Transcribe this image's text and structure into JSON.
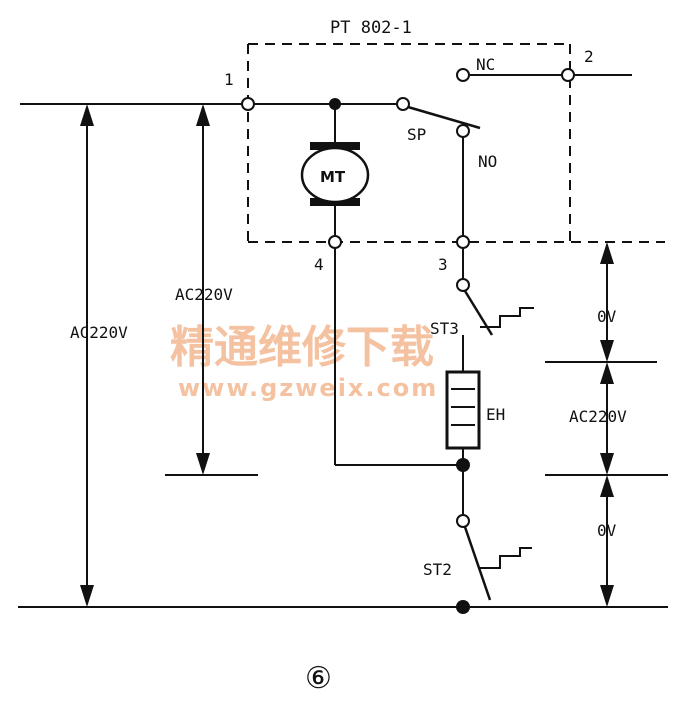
{
  "labels": {
    "title": "PT 802-1",
    "t1": "1",
    "t2": "2",
    "t3": "3",
    "t4": "4",
    "nc": "NC",
    "no": "NO",
    "sp": "SP",
    "motor": "MT",
    "heater": "EH",
    "st3": "ST3",
    "st2": "ST2",
    "v_total": "AC220V",
    "v_motor": "AC220V",
    "v_st3": "0V",
    "v_eh": "AC220V",
    "v_st2": "0V",
    "figure": "⑥"
  },
  "watermark": {
    "chinese": "精通维修下载",
    "url": "www.gzweix.com",
    "color": "#f3b890"
  }
}
